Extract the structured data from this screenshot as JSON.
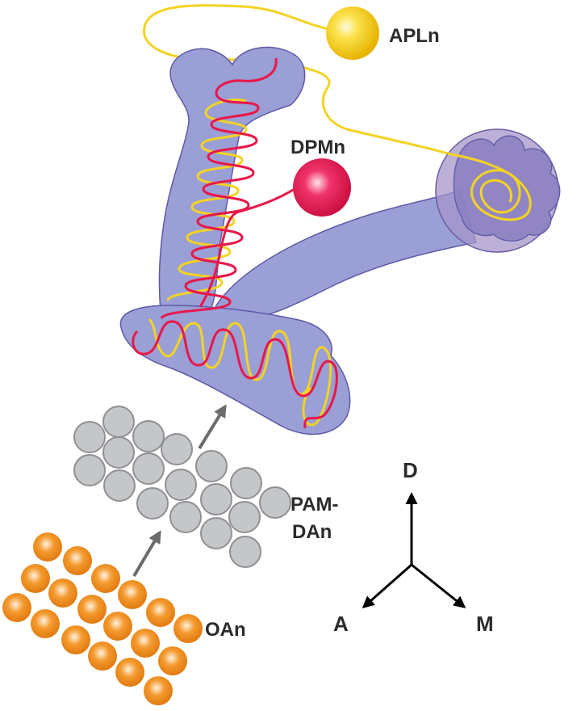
{
  "labels": {
    "apln": "APLn",
    "dpmn": "DPMn",
    "pam_line1": "PAM-",
    "pam_line2": "DAn",
    "oan": "OAn"
  },
  "axes": {
    "dorsal": "D",
    "anterior": "A",
    "medial": "M"
  },
  "colors": {
    "lobe_fill": "#9a9fd6",
    "lobe_stroke": "#5f5aa8",
    "calyx_fill": "#8f87c6",
    "apl_neurite": "#f3d323",
    "dpm_neurite": "#e8174a",
    "apl_soma": "#f5c90f",
    "dpm_soma": "#e5114f",
    "pam_cells": "#c4c6c8",
    "oan_cells": "#f08a1c",
    "arrows": "#6b6b6b",
    "axis_arrows": "#000000"
  }
}
